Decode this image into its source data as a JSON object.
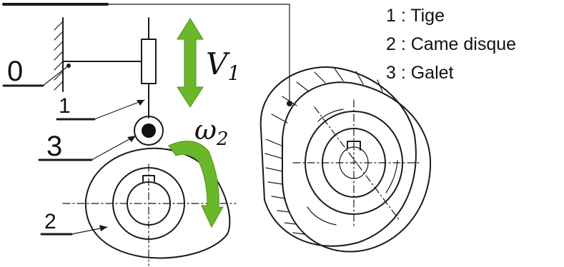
{
  "colors": {
    "ink": "#1a1a1a",
    "accent_green": "#6ab82a",
    "background": "#ffffff"
  },
  "labels": {
    "frame": "0",
    "rod": "1",
    "roller": "3",
    "cam": "2",
    "velocity_symbol": "V",
    "velocity_subscript": "1",
    "omega_symbol": "ω",
    "omega_subscript": "2"
  },
  "legend": [
    "1 : Tige",
    "2 : Came disque",
    "3 : Galet"
  ],
  "icons": {
    "velocity": "double-arrow-vertical",
    "rotation": "curved-arrow"
  }
}
